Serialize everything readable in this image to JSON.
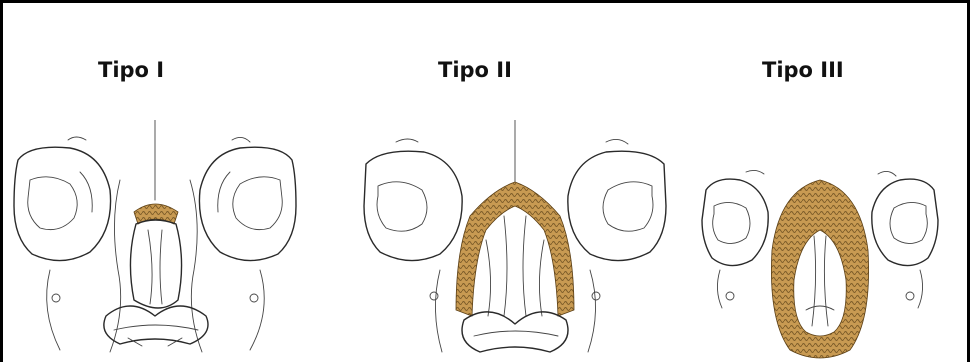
{
  "figure": {
    "panels": [
      {
        "id": "tipo-1",
        "label": "Tipo I"
      },
      {
        "id": "tipo-2",
        "label": "Tipo II"
      },
      {
        "id": "tipo-3",
        "label": "Tipo III"
      }
    ],
    "colors": {
      "frame": "#000000",
      "ink": "#2a2a2a",
      "sinus_fill": "#c89a52",
      "sinus_texture": "#7a5a28"
    }
  }
}
